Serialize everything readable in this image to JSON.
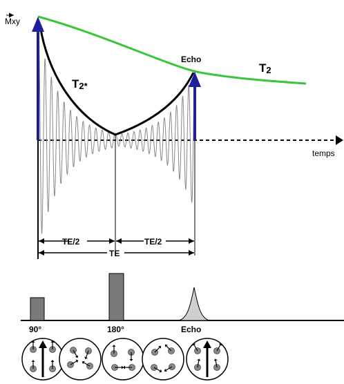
{
  "labels": {
    "y_axis": "Mxy",
    "x_axis": "temps",
    "t2": "T",
    "t2_sub": "2",
    "t2star": "T",
    "t2star_sub": "2*",
    "echo_top": "Echo",
    "te_half_left": "TE/2",
    "te_half_right": "TE/2",
    "te": "TE",
    "pulse_90": "90°",
    "pulse_180": "180°",
    "pulse_echo": "Echo"
  },
  "colors": {
    "t2_curve": "#3cc43c",
    "rf_arrow": "#1f1f9a",
    "fid": "#888888",
    "pulse_fill": "#7a7a7a",
    "echo_fill": "#cfcfcf"
  },
  "icons": [
    "spins-aligned-icon",
    "spins-dephasing-icon",
    "spins-inverted-icon",
    "spins-rephasing-icon",
    "spins-refocused-icon"
  ]
}
